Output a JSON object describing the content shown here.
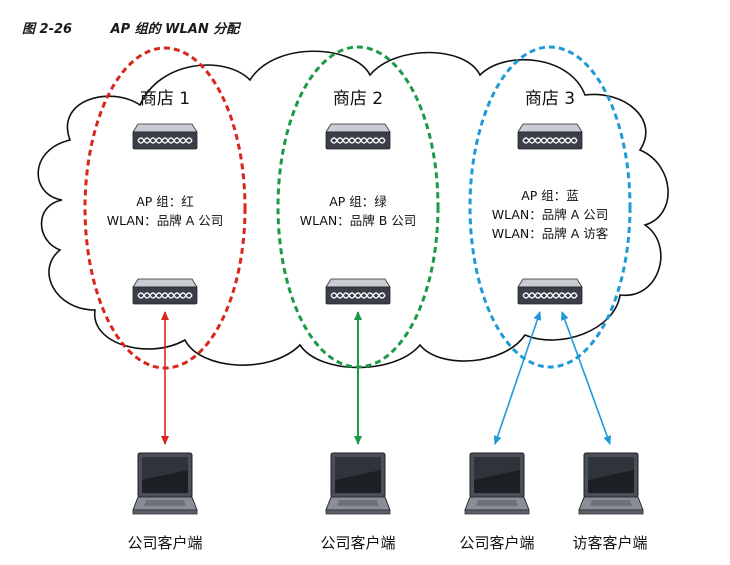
{
  "caption": {
    "number": "图 2-26",
    "title": "AP 组的 WLAN 分配"
  },
  "colors": {
    "store1": "#d9261c",
    "store2": "#1a9a47",
    "store3": "#1f9ad6",
    "cloud_stroke": "#111111",
    "device_body": "#3a3f47"
  },
  "stores": [
    {
      "title": "商店 1",
      "lines": [
        "AP 组：红",
        "WLAN：品牌 A 公司"
      ]
    },
    {
      "title": "商店 2",
      "lines": [
        "AP 组：绿",
        "WLAN：品牌 B 公司"
      ]
    },
    {
      "title": "商店 3",
      "lines": [
        "AP 组：蓝",
        "WLAN：品牌 A 公司",
        "WLAN：品牌 A 访客"
      ]
    }
  ],
  "clients": [
    {
      "label": "公司客户端"
    },
    {
      "label": "公司客户端"
    },
    {
      "label": "公司客户端"
    },
    {
      "label": "访客客户端"
    }
  ]
}
